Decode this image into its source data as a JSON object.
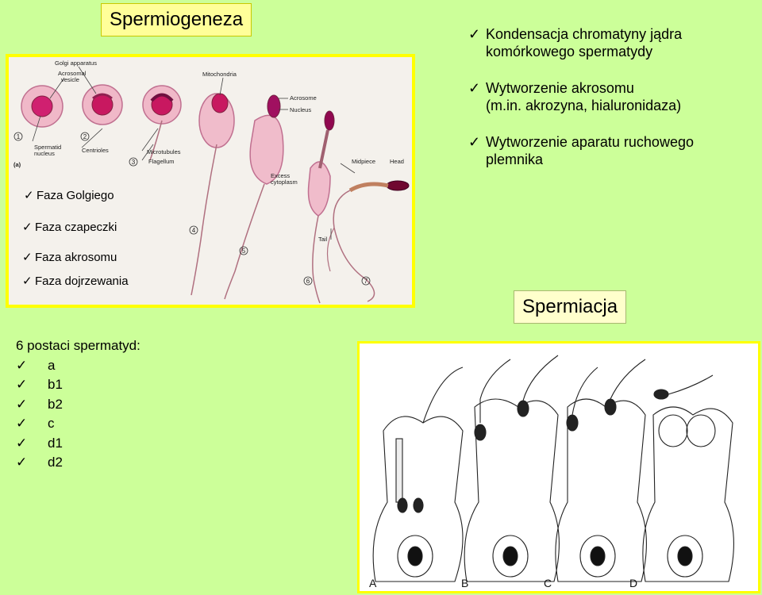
{
  "title_main": "Spermiogeneza",
  "title_secondary": "Spermiacja",
  "right_list": [
    {
      "line1": "Kondensacja chromatyny jądra",
      "line2": "komórkowego spermatydy"
    },
    {
      "line1": "Wytworzenie akrosomu",
      "line2": "(m.in. akrozyna, hialuronidaza)"
    },
    {
      "line1": "Wytworzenie aparatu ruchowego",
      "line2": "plemnika"
    }
  ],
  "phases": [
    "Faza Golgiego",
    "Faza czapeczki",
    "Faza akrosomu",
    "Faza dojrzewania"
  ],
  "postaci": {
    "heading": "6 postaci spermatyd:",
    "items": [
      "a",
      "b1",
      "b2",
      "c",
      "d1",
      "d2"
    ]
  },
  "check_glyph": "✓",
  "figure1": {
    "labels": {
      "golgi": "Golgi apparatus",
      "acrosomal": "Acrosomal",
      "vesicle": "vesicle",
      "mitochondria": "Mitochondria",
      "acrosome": "Acrosome",
      "nucleus": "Nucleus",
      "spermatid": "Spermatid",
      "spermatid2": "nucleus",
      "centrioles": "Centrioles",
      "microtubules": "Microtubules",
      "flagellum": "Flagellum",
      "excess": "Excess",
      "cytoplasm": "cytoplasm",
      "midpiece": "Midpiece",
      "head": "Head",
      "tail": "Tail",
      "fig_a": "(a)"
    },
    "steps": [
      "1",
      "2",
      "3",
      "4",
      "5",
      "6",
      "7"
    ]
  },
  "figure2": {
    "panel_labels": [
      "A",
      "B",
      "C",
      "D"
    ]
  }
}
